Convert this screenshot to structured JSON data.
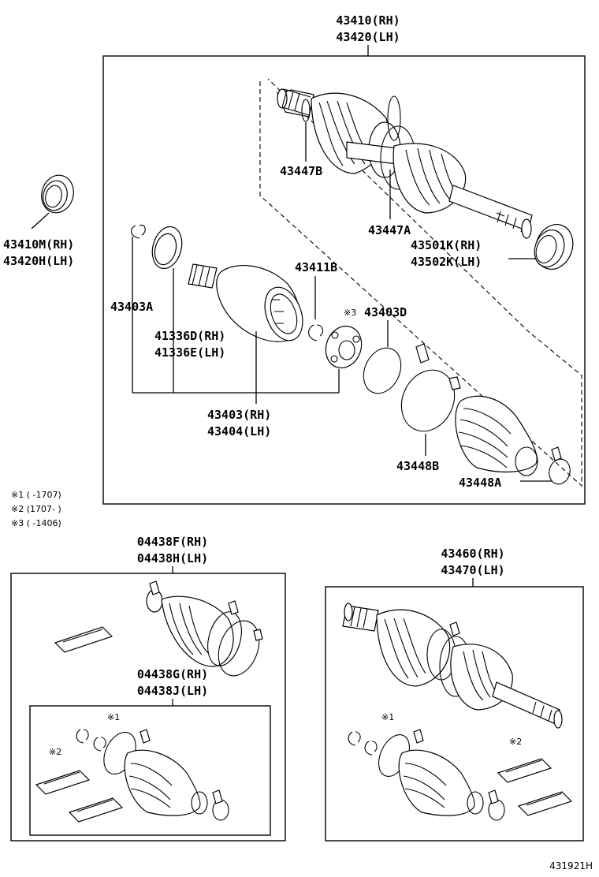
{
  "labels": {
    "top_rh": "43410(RH)",
    "top_lh": "43420(LH)",
    "p43410m": "43410M(RH)",
    "p43420h": "43420H(LH)",
    "p43447b": "43447B",
    "p43447a": "43447A",
    "p43501k": "43501K(RH)",
    "p43502k": "43502K(LH)",
    "p43411b": "43411B",
    "p43403d": "43403D",
    "p43403d_mark": "※3",
    "p43403a": "43403A",
    "p41336d": "41336D(RH)",
    "p41336e": "41336E(LH)",
    "p43403": "43403(RH)",
    "p43404": "43404(LH)",
    "p43448b": "43448B",
    "p43448a": "43448A",
    "p04438f": "04438F(RH)",
    "p04438h": "04438H(LH)",
    "p04438g": "04438G(RH)",
    "p04438j": "04438J(LH)",
    "p43460": "43460(RH)",
    "p43470": "43470(LH)",
    "mark1": "※1",
    "mark2": "※2",
    "figure_id": "431921H"
  },
  "notes": [
    "※1 (      -1707)",
    "※2 (1707-      )",
    "※3 (      -1406)"
  ]
}
